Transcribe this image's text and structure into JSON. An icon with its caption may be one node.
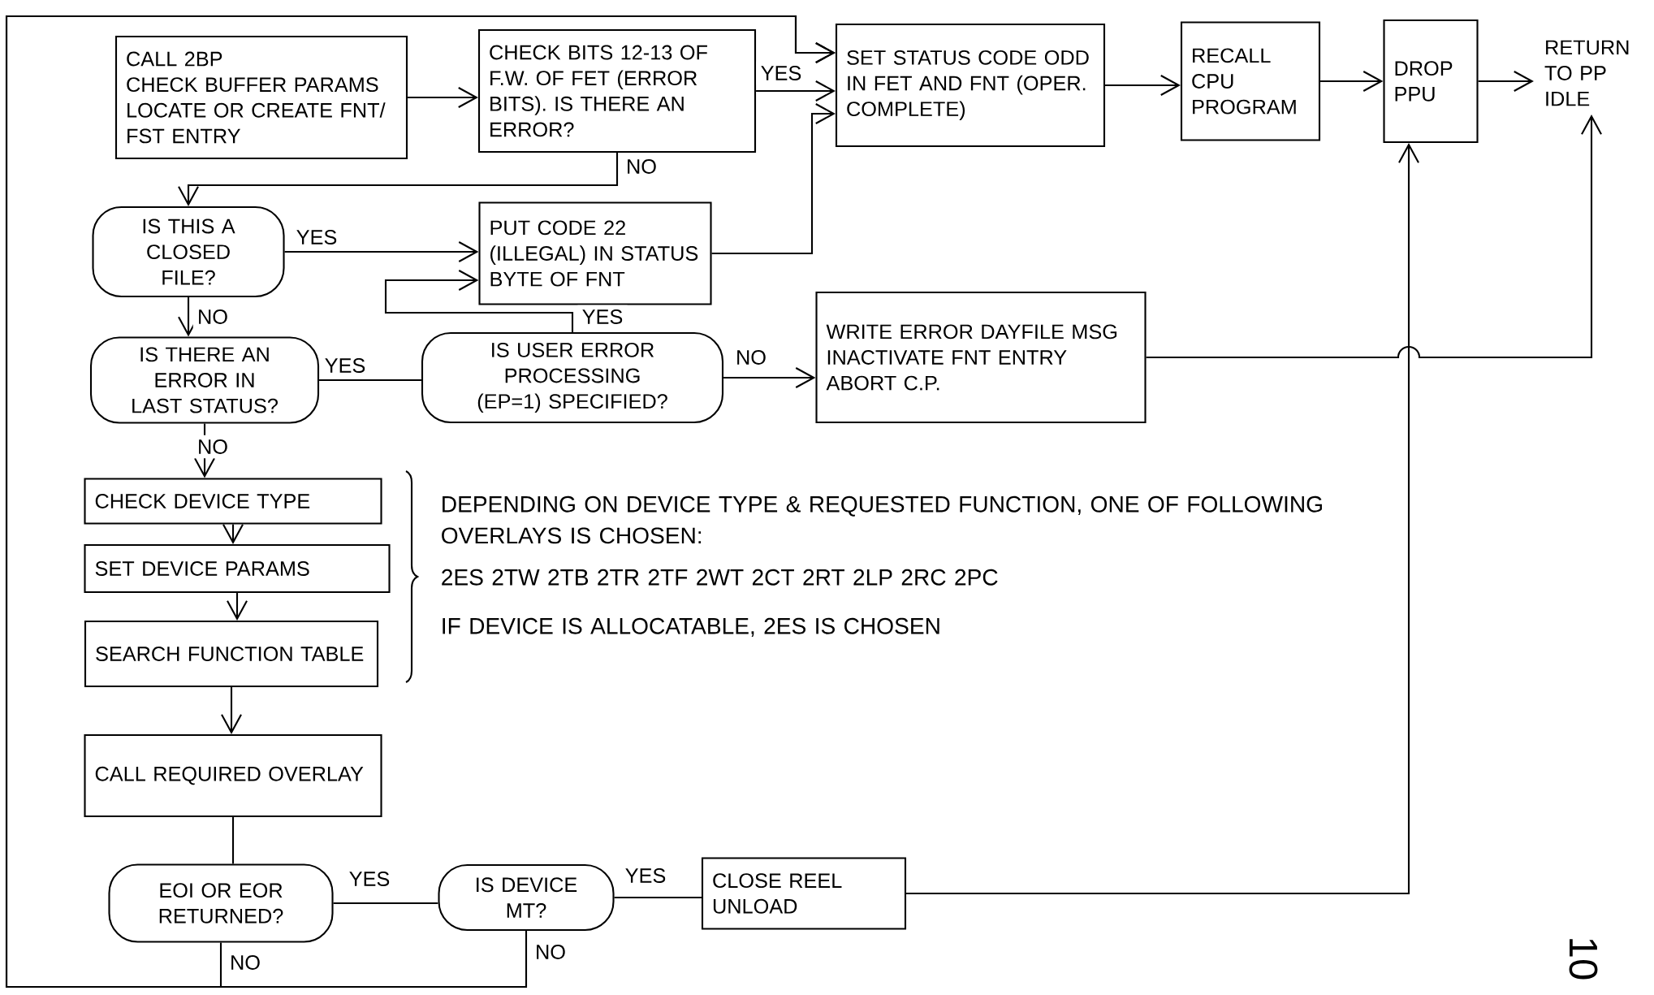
{
  "diagram": {
    "nodes": [
      {
        "text": [
          "CALL 2BP",
          "CHECK BUFFER PARAMS LOCATE OR CREATE FNT/ FST ENTRY"
        ]
      },
      {
        "text": [
          "CHECK BITS 12-13 OF F.W. OF FET (ERROR BITS). IS THERE AN ERROR?"
        ]
      },
      {
        "text": [
          "SET STATUS CODE ODD IN FET AND FNT (OPER. COMPLETE)"
        ]
      },
      {
        "text": [
          "RECALL CPU PROGRAM"
        ]
      },
      {
        "text": [
          "DROP PPU"
        ]
      },
      {
        "text": [
          "RETURN TO PP IDLE"
        ]
      },
      {
        "text": [
          "IS THIS A CLOSED FILE?"
        ]
      },
      {
        "text": [
          "PUT CODE 22 (ILLEGAL) IN STATUS BYTE OF FNT"
        ]
      },
      {
        "text": [
          "IS THERE AN ERROR IN LAST STATUS?"
        ]
      },
      {
        "text": [
          "IS USER ERROR PROCESSING (EP=1) SPECIFIED?"
        ]
      },
      {
        "text": [
          "WRITE ERROR DAYFILE MSG INACTIVATE FNT ENTRY ABORT C.P."
        ]
      },
      {
        "text": [
          "CHECK DEVICE TYPE"
        ]
      },
      {
        "text": [
          "SET DEVICE PARAMS"
        ]
      },
      {
        "text": [
          "SEARCH FUNCTION TABLE"
        ]
      },
      {
        "text": [
          "CALL REQUIRED OVERLAY"
        ]
      },
      {
        "text": [
          "EOI OR EOR RETURNED?"
        ]
      },
      {
        "text": [
          "IS DEVICE MT?"
        ]
      },
      {
        "text": [
          "CLOSE REEL UNLOAD"
        ]
      }
    ],
    "edges": [
      {
        "from": 0,
        "to": 1,
        "arrow": "to"
      },
      {
        "from": 1,
        "to": 2,
        "arrow": "to",
        "label": "YES"
      },
      {
        "from": 1,
        "to": 6,
        "arrow": "to",
        "label": "NO"
      },
      {
        "from": 2,
        "to": 3,
        "arrow": "to"
      },
      {
        "from": 3,
        "to": 4,
        "arrow": "to"
      },
      {
        "from": 4,
        "to": 5,
        "arrow": "to"
      },
      {
        "from": 6,
        "to": 7,
        "arrow": "to",
        "label": "YES"
      },
      {
        "from": 7,
        "to": 2,
        "arrow": "to"
      },
      {
        "from": 6,
        "to": 8,
        "arrow": "to",
        "label": "NO"
      },
      {
        "from": 8,
        "to": 9,
        "arrow": "none",
        "label": "YES"
      },
      {
        "from": 9,
        "to": 7,
        "arrow": "to",
        "label": "YES"
      },
      {
        "from": 9,
        "to": 10,
        "arrow": "to",
        "label": "NO"
      },
      {
        "from": 10,
        "to": 5,
        "arrow": "to"
      },
      {
        "from": 8,
        "to": 11,
        "arrow": "to",
        "label": "NO"
      },
      {
        "from": 11,
        "to": 12,
        "arrow": "to"
      },
      {
        "from": 12,
        "to": 13,
        "arrow": "to"
      },
      {
        "from": 13,
        "to": 14,
        "arrow": "to"
      },
      {
        "from": 14,
        "to": 15,
        "arrow": "none"
      },
      {
        "from": 15,
        "to": 16,
        "arrow": "none",
        "label": "YES"
      },
      {
        "from": 16,
        "to": 17,
        "arrow": "none",
        "label": "YES"
      },
      {
        "from": 17,
        "to": 4,
        "arrow": "to"
      },
      {
        "from": 15,
        "to": 2,
        "arrow": "to",
        "label": "NO"
      },
      {
        "from": 16,
        "to": 2,
        "arrow": "to",
        "label": "NO"
      }
    ],
    "labels": [
      "DEPENDING ON DEVICE TYPE & REQUESTED FUNCTION, ONE OF FOLLOWING OVERLAYS IS CHOSEN:",
      "2ES 2TW 2TB 2TR 2TF 2WT 2CT 2RT 2LP 2RC 2PC",
      "IF DEVICE IS ALLOCATABLE, 2ES IS CHOSEN",
      "10"
    ]
  }
}
